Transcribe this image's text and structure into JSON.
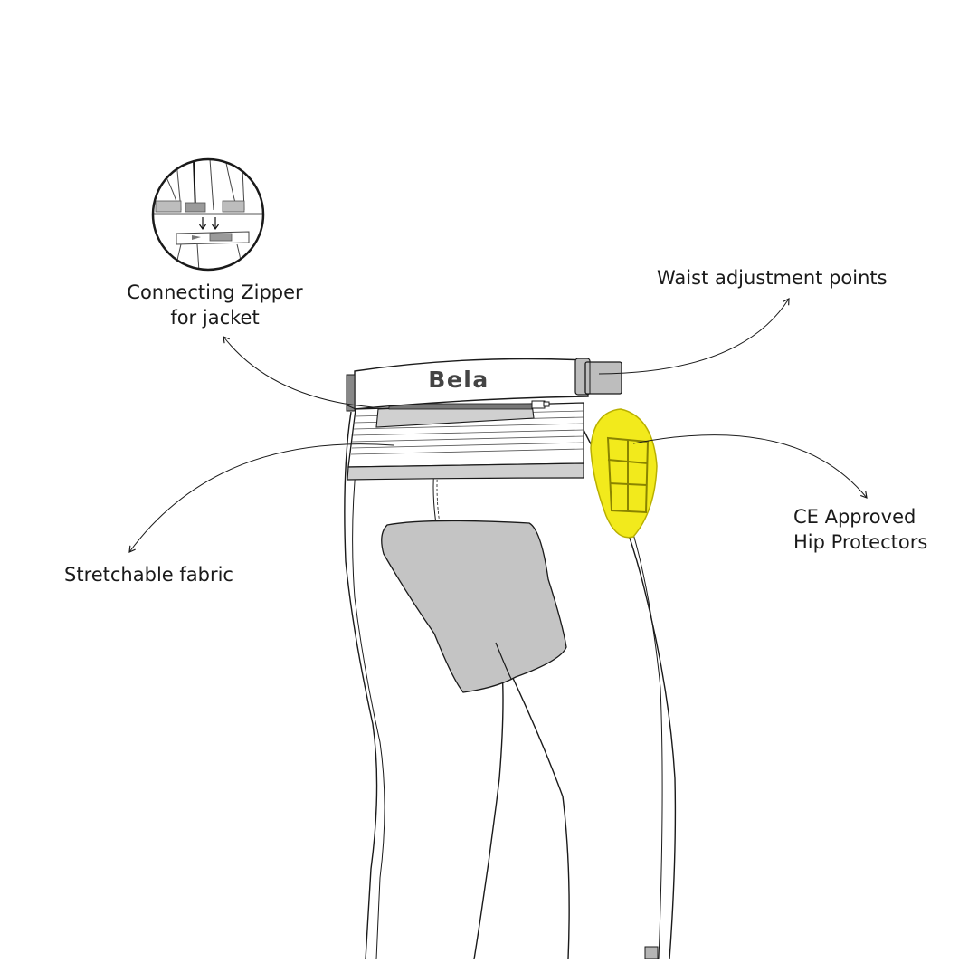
{
  "brand": {
    "name": "Bela"
  },
  "colors": {
    "outline": "#1a1a1a",
    "panel_gray": "#c4c4c4",
    "band_gray": "#d9d9d9",
    "protector_yellow": "#f2ea1c",
    "protector_stroke": "#b9b000"
  },
  "callouts": {
    "zipper": {
      "line1": "Connecting Zipper",
      "line2": "for jacket"
    },
    "waist": {
      "line1": "Waist adjustment points"
    },
    "hip": {
      "line1": "CE Approved",
      "line2": "Hip Protectors"
    },
    "fabric": {
      "line1": "Stretchable fabric"
    }
  },
  "icons": {
    "inset": "zipper-detail-inset-icon",
    "arrow": "curved-arrow-icon"
  }
}
